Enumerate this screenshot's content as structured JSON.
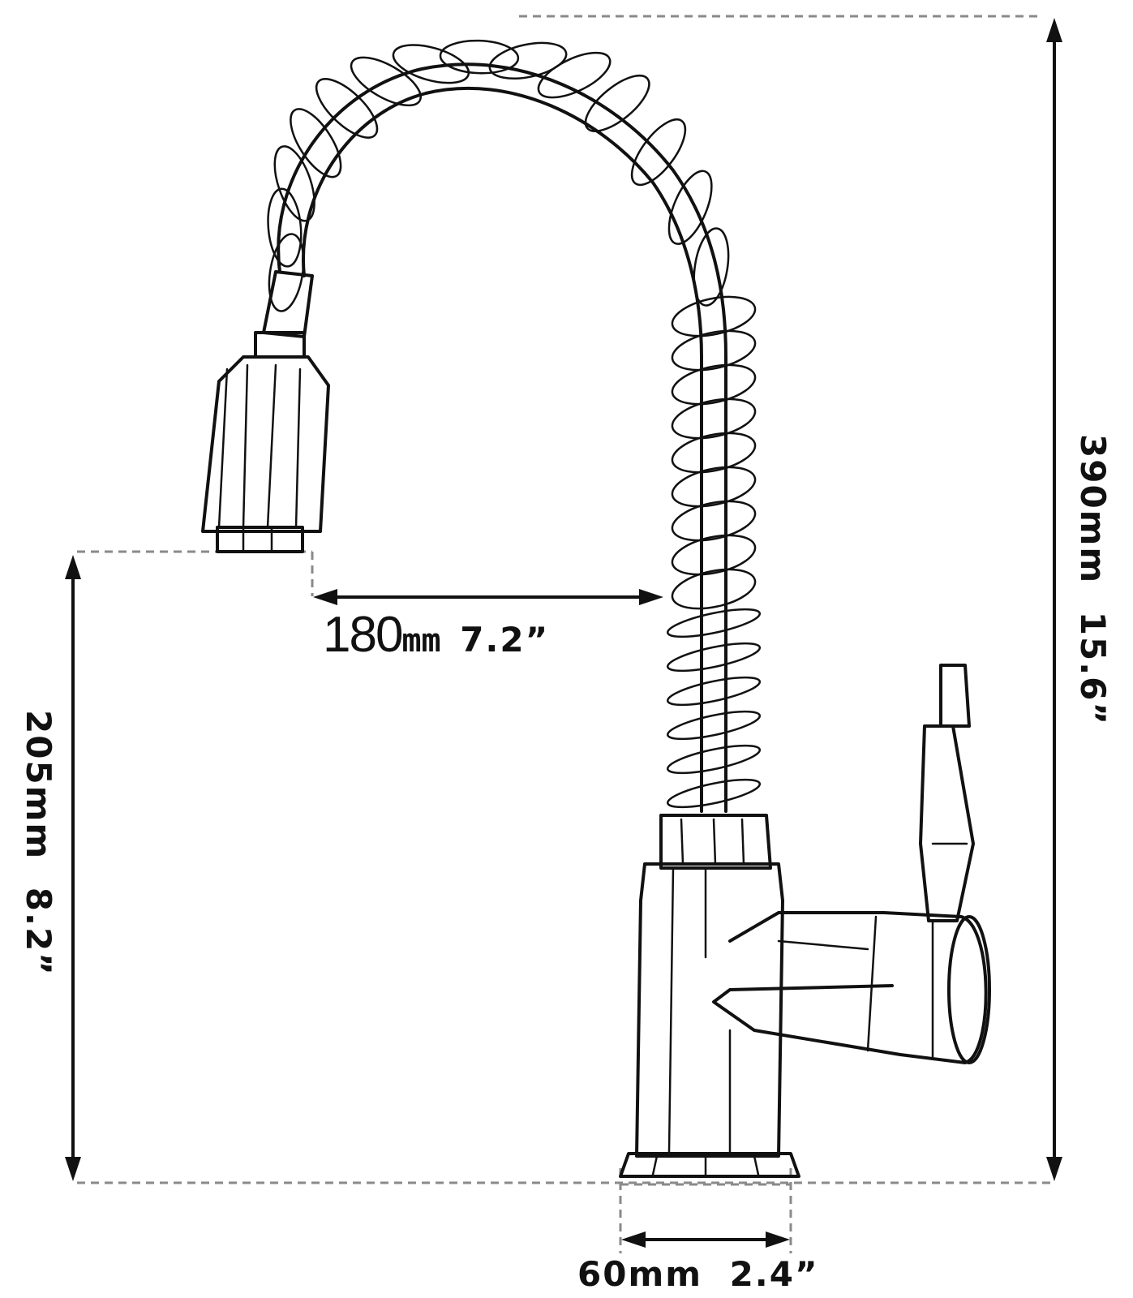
{
  "diagram": {
    "subject": "faucet-icon",
    "dimensions": {
      "spout_reach": {
        "metric_value": "180",
        "metric_unit": "mm",
        "imperial": "7.2”"
      },
      "spout_height": {
        "metric": "205mm",
        "imperial": "8.2”"
      },
      "total_height": {
        "metric": "390mm",
        "imperial": "15.6”"
      },
      "base_width": {
        "metric": "60mm",
        "imperial": "2.4”"
      }
    }
  }
}
